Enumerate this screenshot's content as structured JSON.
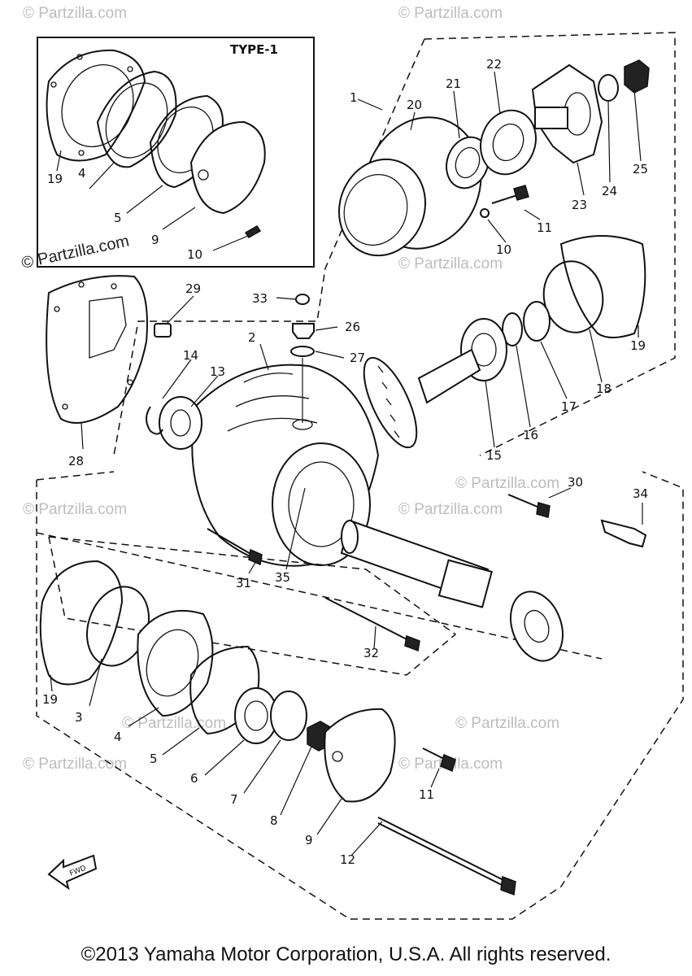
{
  "type_label": "TYPE-1",
  "watermarks": {
    "main": "© Partzilla.com",
    "faint": "© Partzilla.com"
  },
  "fwd_label": "FWD",
  "copyright": "©2013  Yamaha Motor Corporation, U.S.A. All rights reserved.",
  "callouts": {
    "c1": "1",
    "c2": "2",
    "c3": "3",
    "c4": "4",
    "c4b": "4",
    "c5": "5",
    "c5b": "5",
    "c6": "6",
    "c7": "7",
    "c8": "8",
    "c9": "9",
    "c9b": "9",
    "c10": "10",
    "c10b": "10",
    "c11": "11",
    "c11b": "11",
    "c12": "12",
    "c13": "13",
    "c14": "14",
    "c15": "15",
    "c16": "16",
    "c17": "17",
    "c18": "18",
    "c19": "19",
    "c19b": "19",
    "c19c": "19",
    "c20": "20",
    "c21": "21",
    "c22": "22",
    "c23": "23",
    "c24": "24",
    "c25": "25",
    "c26": "26",
    "c27": "27",
    "c28": "28",
    "c29": "29",
    "c30": "30",
    "c31": "31",
    "c32": "32",
    "c33": "33",
    "c34": "34",
    "c35": "35"
  }
}
